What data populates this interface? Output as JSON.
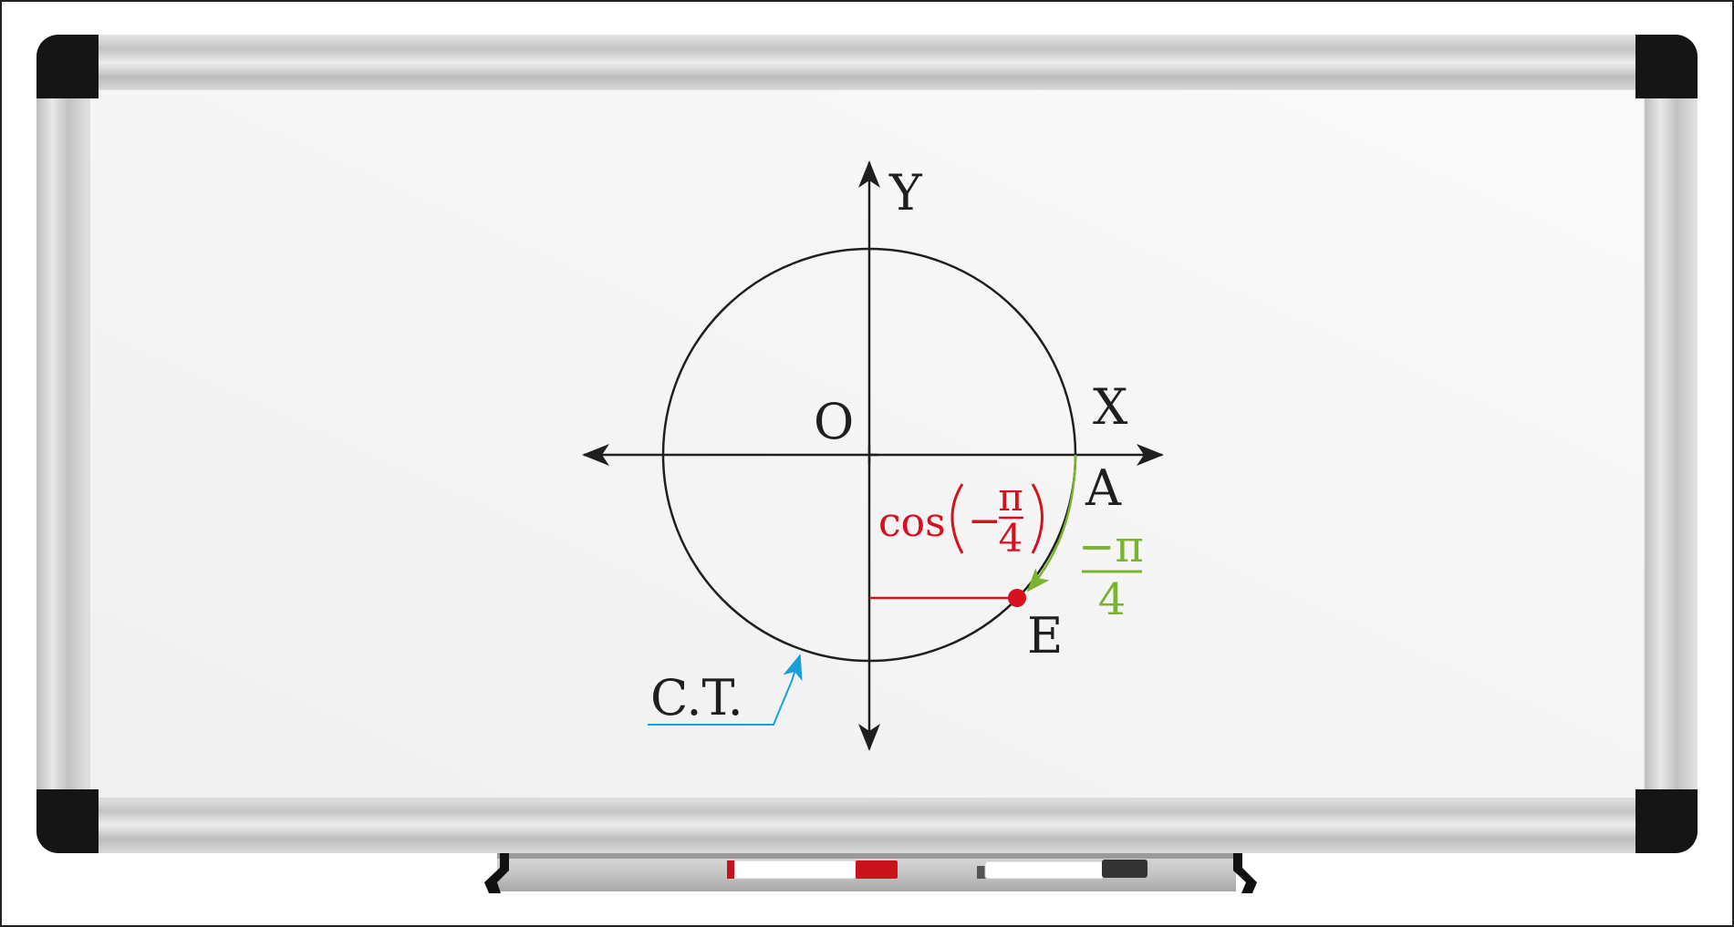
{
  "labels": {
    "y_axis": "Y",
    "x_axis": "X",
    "origin": "O",
    "point_a": "A",
    "point_e": "E",
    "circle_label": "C.T."
  },
  "cos_label": {
    "func": "cos",
    "sign": "−",
    "numerator": "π",
    "denominator": "4"
  },
  "angle_label": {
    "numerator": "−π",
    "denominator": "4"
  },
  "colors": {
    "ink": "#1f1f1f",
    "cos_red": "#d8101d",
    "angle_green": "#7ab32e",
    "arrow_blue": "#1a9fda",
    "marker_red": "#c9121c",
    "marker_black": "#333333"
  }
}
